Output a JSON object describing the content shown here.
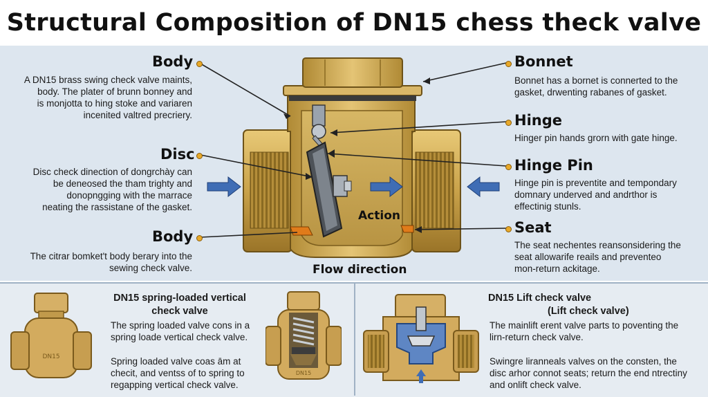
{
  "title": "Structural Composition of DN15 chess theck valve",
  "labels": {
    "body_top": "Body",
    "body_top_desc": [
      "A DN15 brass swing check valve maints,",
      "body. The plater of brunn bonney and",
      "is monjotta to hing stoke and variaren",
      "incenited valtred precriery."
    ],
    "disc": "Disc",
    "disc_desc": [
      "Disc check dinection of dongrchày can",
      "be deneosed the tham trighty and",
      "donopngging with the marrace",
      "neating the rassistane of the gasket."
    ],
    "body_bottom": "Body",
    "body_bottom_desc": [
      "The citrar bomket't body berary into the",
      "sewing check valve."
    ],
    "bonnet": "Bonnet",
    "bonnet_desc": [
      "Bonnet has a bornet is connerted to the",
      "gasket, drwenting rabanes of gasket."
    ],
    "hinge": "Hinge",
    "hinge_desc": [
      "Hinger pin hands grorn with gate hinge."
    ],
    "hinge_pin": "Hinge Pin",
    "hinge_pin_desc": [
      "Hinge pin is preventite and tempondary",
      "domnary underved and andrthor is",
      "effectinig stunls."
    ],
    "seat": "Seat",
    "seat_desc": [
      "The seat nechentes reansonsidering the",
      "seat allowarife reails and preventeo",
      "mon-return ackitage."
    ]
  },
  "diagram": {
    "action": "Action",
    "flow_direction": "Flow direction"
  },
  "bottom_left": {
    "title_1": "DN15 spring-loaded vertical",
    "title_2": "check valve",
    "para1": [
      "The spring loaded valve cons in a",
      "spring loade vertical check valve."
    ],
    "para2": [
      "Spring loaded valve coas ām at",
      "checit, and ventss of to spring to",
      "regapping vertical check valve."
    ],
    "stamp_1": "DN15",
    "stamp_2": "DN15"
  },
  "bottom_right": {
    "title_1": "DN15 Lift check valve",
    "title_2": "(Lift check valve)",
    "para1": [
      "The mainlift erent valve parts to poventing the",
      "lirn-return check valve."
    ],
    "para2": [
      "Swingre liranneals valves on the consten, the",
      "disc arhor connot seats; return the end ntrectiny",
      "and onlift check valve."
    ]
  },
  "colors": {
    "brass": "#c9a24a",
    "brass_dark": "#8a6a22",
    "arrow_blue": "#3f6db5",
    "dot_orange": "#e8a92a",
    "panel_bg": "#dde6ef"
  }
}
